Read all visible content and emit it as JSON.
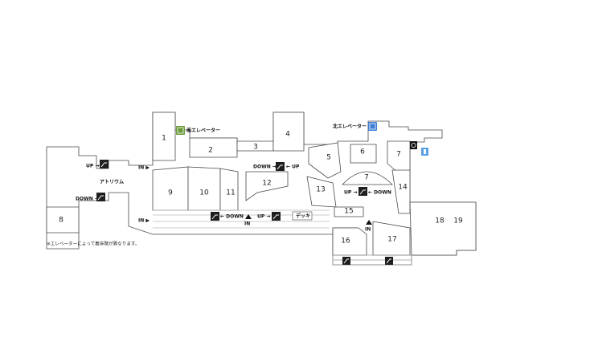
{
  "shops": [
    "1",
    "2",
    "3",
    "4",
    "5",
    "6",
    "7",
    "7",
    "8",
    "9",
    "10",
    "11",
    "12",
    "13",
    "14",
    "15",
    "16",
    "17",
    "18",
    "19"
  ],
  "labels": {
    "south_elevator": "南エレベーター",
    "north_elevator": "北エレベーター",
    "atrium": "アトリウム",
    "deck": "デッキ",
    "note": "※エレベーターによって着床階が異なります。"
  },
  "entrances": {
    "in_left": "IN ▶",
    "in": "IN"
  },
  "escalators": {
    "up_arrow": "UP →",
    "down_arrow": "DOWN →",
    "arrow_up": "← UP",
    "arrow_down": "← DOWN",
    "up_short": "UP →",
    "down_short": "DOWN →"
  },
  "icon_colors": {
    "south_elevator": "#6a9a3a",
    "north_elevator": "#3f7fd6",
    "escalator": "#1e1e1e",
    "restroom": "#111111",
    "nursing": "#5aa0e6"
  }
}
